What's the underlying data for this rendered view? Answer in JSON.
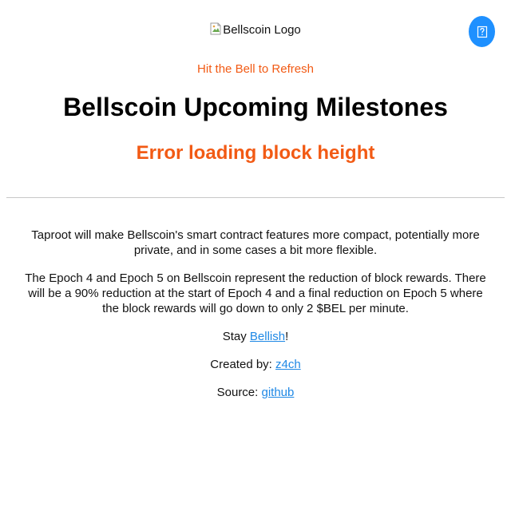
{
  "header": {
    "logo_alt": "Bellscoin Logo",
    "help_icon": "question-mark-icon"
  },
  "refresh_hint": "Hit the Bell to Refresh",
  "title": "Bellscoin Upcoming Milestones",
  "block_height_status": "Error loading block height",
  "colors": {
    "accent": "#f25a14",
    "link": "#1e88e5",
    "help_button": "#1e90ff"
  },
  "content": {
    "taproot": "Taproot will make Bellscoin's smart contract features more compact, potentially more private, and in some cases a bit more flexible.",
    "epochs": "The Epoch 4 and Epoch 5 on Bellscoin represent the reduction of block rewards. There will be a 90% reduction at the start of Epoch 4 and a final reduction on Epoch 5 where the block rewards will go down to only 2 $BEL per minute.",
    "stay_prefix": "Stay ",
    "stay_link": "Bellish",
    "stay_suffix": "!",
    "created_prefix": "Created by: ",
    "created_link": "z4ch",
    "source_prefix": "Source: ",
    "source_link": "github"
  }
}
